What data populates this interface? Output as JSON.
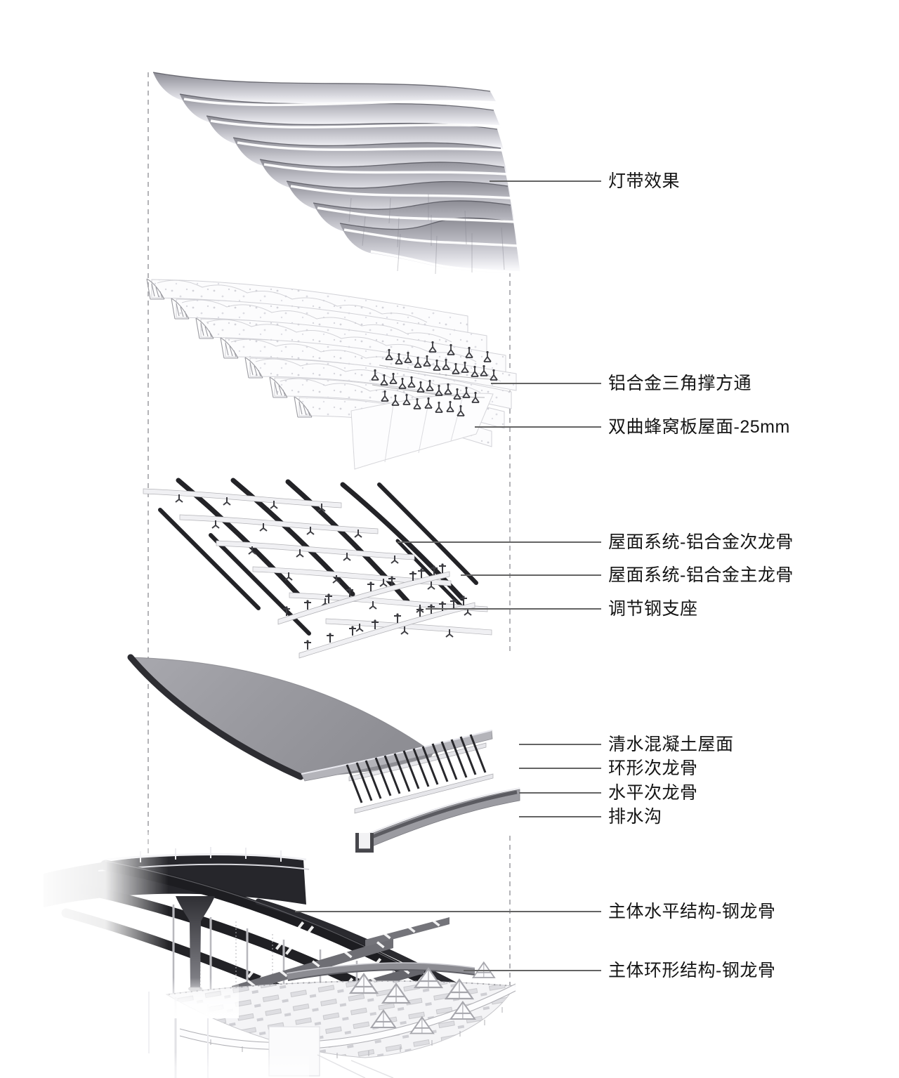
{
  "figure": {
    "kind": "exploded-axonometric-construction-diagram",
    "labels": [
      {
        "id": "light-strip-effect",
        "text": "灯带效果"
      },
      {
        "id": "aluminum-triangular-support",
        "text": "铝合金三角撑方通"
      },
      {
        "id": "hyperbolic-honeycomb-roof",
        "text": "双曲蜂窝板屋面-25mm"
      },
      {
        "id": "roof-secondary-keel",
        "text": "屋面系统-铝合金次龙骨"
      },
      {
        "id": "roof-main-keel",
        "text": "屋面系统-铝合金主龙骨"
      },
      {
        "id": "adjustable-steel-support",
        "text": "调节钢支座"
      },
      {
        "id": "concrete-roof",
        "text": "清水混凝土屋面"
      },
      {
        "id": "annular-secondary-keel",
        "text": "环形次龙骨"
      },
      {
        "id": "horizontal-secondary-keel",
        "text": "水平次龙骨"
      },
      {
        "id": "drainage-gutter",
        "text": "排水沟"
      },
      {
        "id": "main-horizontal-steel-keel",
        "text": "主体水平结构-钢龙骨"
      },
      {
        "id": "main-annular-steel-keel",
        "text": "主体环形结构-钢龙骨"
      }
    ],
    "colors": {
      "background": "#ffffff",
      "label_text": "#151515",
      "leader_line": "#646464",
      "guide_dash": "#a2a2a6",
      "panel_grey": "#b3b3bb",
      "concrete_grey": "#9a9aa0",
      "steel_dark": "#1d1d21"
    }
  }
}
